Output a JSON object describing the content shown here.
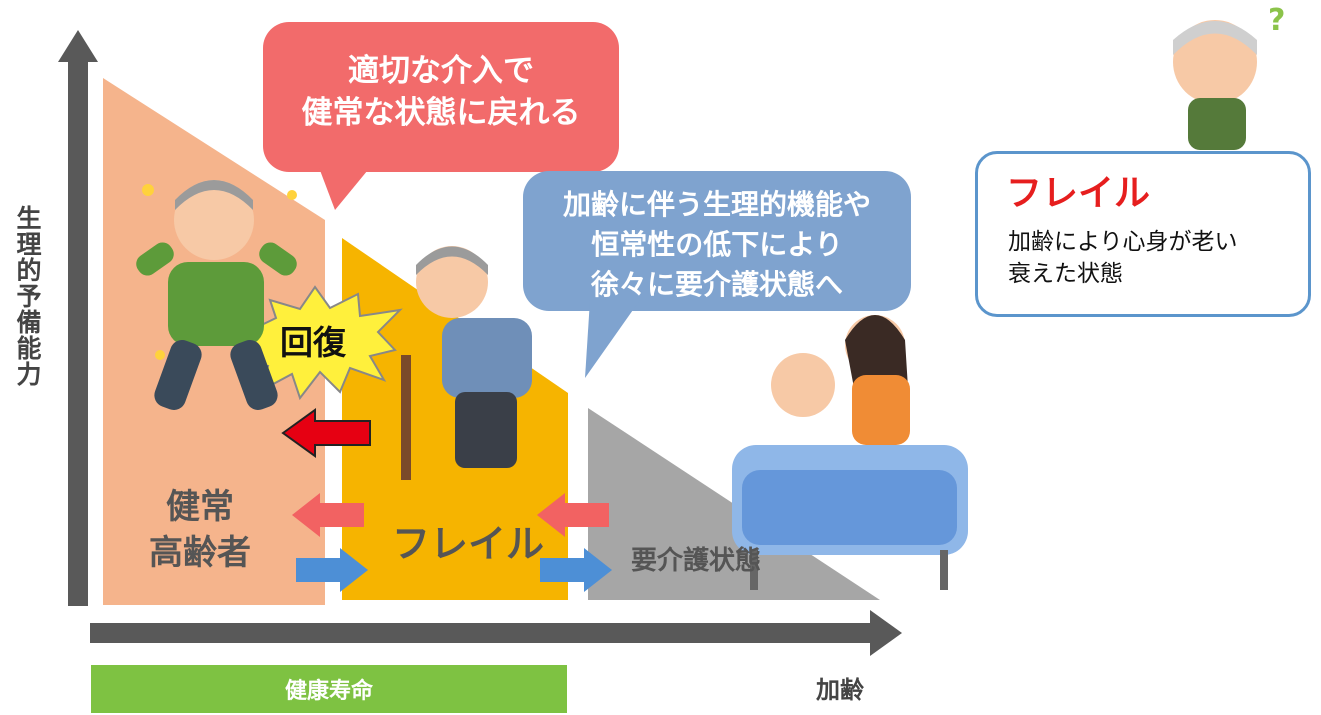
{
  "axis": {
    "y_label": "生理的予備能力",
    "x_label": "加齢"
  },
  "speech_bubbles": {
    "intervention": [
      "適切な介入で",
      "健常な状態に戻れる"
    ],
    "decline": [
      "加齢に伴う生理的機能や",
      "恒常性の低下により",
      "徐々に要介護状態へ"
    ]
  },
  "stages": {
    "healthy": [
      "健常",
      "高齢者"
    ],
    "frail": "フレイル",
    "care": "要介護状態"
  },
  "recovery_label": "回復",
  "healthy_lifespan": "健康寿命",
  "info_box": {
    "title": "フレイル",
    "description": [
      "加齢により心身が老い",
      "衰えた状態"
    ]
  },
  "colors": {
    "healthy_zone": "#f5b48c",
    "frail_zone": "#f6b400",
    "care_zone": "#a6a6a6",
    "intervention_bubble": "#f26b6b",
    "decline_bubble": "#7fa3cf",
    "healthy_lifespan_bar": "#7ec242",
    "info_title": "#e61e1e",
    "info_border": "#5b95cc"
  }
}
